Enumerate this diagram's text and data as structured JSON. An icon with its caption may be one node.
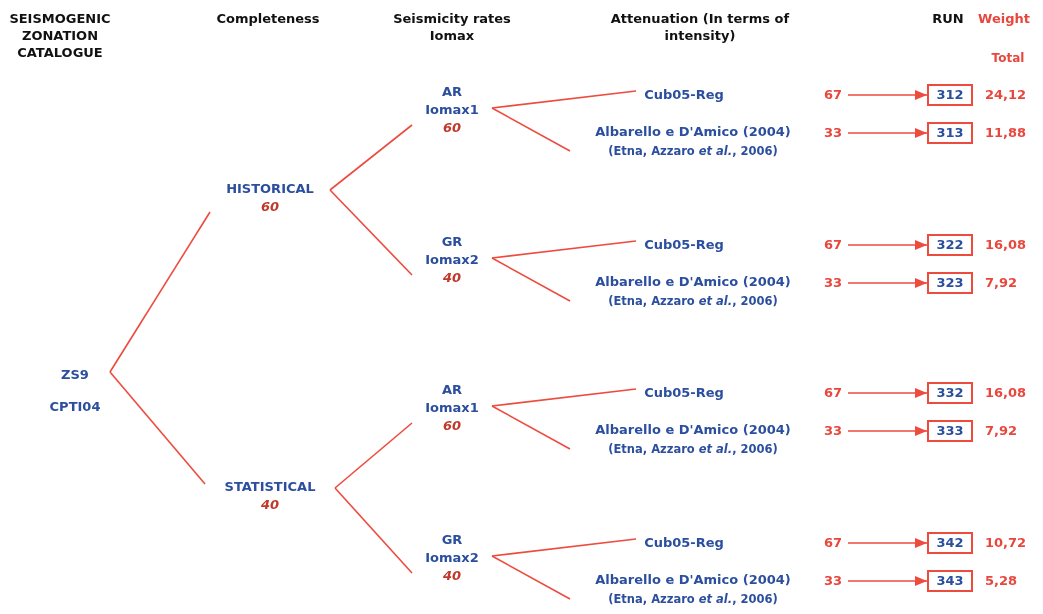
{
  "diagram": {
    "nodes": [
      {
        "text": [
          "ZS9",
          "CPTI04"
        ]
      },
      {
        "text": [
          "HISTORICAL",
          "60"
        ]
      },
      {
        "text": [
          "AR",
          "Iomax1",
          "60"
        ]
      },
      {
        "text": [
          "Cub05-Reg"
        ]
      },
      {
        "text": [
          "67"
        ]
      },
      {
        "text": [
          "312"
        ],
        "beside": [
          "24,12"
        ]
      },
      {
        "text": [
          "Albarello e D'Amico (2004)",
          "(Etna, Azzaro *et al.*, 2006)"
        ]
      },
      {
        "text": [
          "33"
        ]
      },
      {
        "text": [
          "313"
        ],
        "beside": [
          "11,88"
        ]
      },
      {
        "text": [
          "GR",
          "Iomax2",
          "40"
        ]
      },
      {
        "text": [
          "Cub05-Reg"
        ]
      },
      {
        "text": [
          "67"
        ]
      },
      {
        "text": [
          "322"
        ],
        "beside": [
          "16,08"
        ]
      },
      {
        "text": [
          "Albarello e D'Amico (2004)",
          "(Etna, Azzaro *et al.*, 2006)"
        ]
      },
      {
        "text": [
          "33"
        ]
      },
      {
        "text": [
          "323"
        ],
        "beside": [
          "7,92"
        ]
      },
      {
        "text": [
          "STATISTICAL",
          "40"
        ]
      },
      {
        "text": [
          "AR",
          "Iomax1",
          "60"
        ]
      },
      {
        "text": [
          "Cub05-Reg"
        ]
      },
      {
        "text": [
          "67"
        ]
      },
      {
        "text": [
          "332"
        ],
        "beside": [
          "16,08"
        ]
      },
      {
        "text": [
          "Albarello e D'Amico (2004)",
          "(Etna, Azzaro *et al.*, 2006)"
        ]
      },
      {
        "text": [
          "33"
        ]
      },
      {
        "text": [
          "333"
        ],
        "beside": [
          "7,92"
        ]
      },
      {
        "text": [
          "GR",
          "Iomax2",
          "40"
        ]
      },
      {
        "text": [
          "Cub05-Reg"
        ]
      },
      {
        "text": [
          "67"
        ]
      },
      {
        "text": [
          "342"
        ],
        "beside": [
          "10,72"
        ]
      },
      {
        "text": [
          "Albarello e D'Amico (2004)",
          "(Etna, Azzaro *et al.*, 2006)"
        ]
      },
      {
        "text": [
          "33"
        ]
      },
      {
        "text": [
          "343"
        ],
        "beside": [
          "5,28"
        ]
      }
    ],
    "edges": [
      {
        "from": 0,
        "to": 1,
        "arrow": "none"
      },
      {
        "from": 0,
        "to": 16,
        "arrow": "none"
      },
      {
        "from": 1,
        "to": 2,
        "arrow": "none"
      },
      {
        "from": 1,
        "to": 9,
        "arrow": "none"
      },
      {
        "from": 2,
        "to": 3,
        "arrow": "none"
      },
      {
        "from": 2,
        "to": 6,
        "arrow": "none"
      },
      {
        "from": 4,
        "to": 5,
        "arrow": "to"
      },
      {
        "from": 7,
        "to": 8,
        "arrow": "to"
      },
      {
        "from": 9,
        "to": 10,
        "arrow": "none"
      },
      {
        "from": 9,
        "to": 13,
        "arrow": "none"
      },
      {
        "from": 11,
        "to": 12,
        "arrow": "to"
      },
      {
        "from": 14,
        "to": 15,
        "arrow": "to"
      },
      {
        "from": 16,
        "to": 17,
        "arrow": "none"
      },
      {
        "from": 16,
        "to": 24,
        "arrow": "none"
      },
      {
        "from": 17,
        "to": 18,
        "arrow": "none"
      },
      {
        "from": 17,
        "to": 21,
        "arrow": "none"
      },
      {
        "from": 19,
        "to": 20,
        "arrow": "to"
      },
      {
        "from": 22,
        "to": 23,
        "arrow": "to"
      },
      {
        "from": 24,
        "to": 25,
        "arrow": "none"
      },
      {
        "from": 24,
        "to": 28,
        "arrow": "none"
      },
      {
        "from": 26,
        "to": 27,
        "arrow": "to"
      },
      {
        "from": 29,
        "to": 30,
        "arrow": "to"
      }
    ],
    "labels": [
      "SEISMOGENIC ZONATION CATALOGUE",
      "Completeness",
      "Seismicity rates Iomax",
      "Attenuation (In terms of intensity)",
      "RUN",
      "Weight",
      "Total"
    ]
  }
}
